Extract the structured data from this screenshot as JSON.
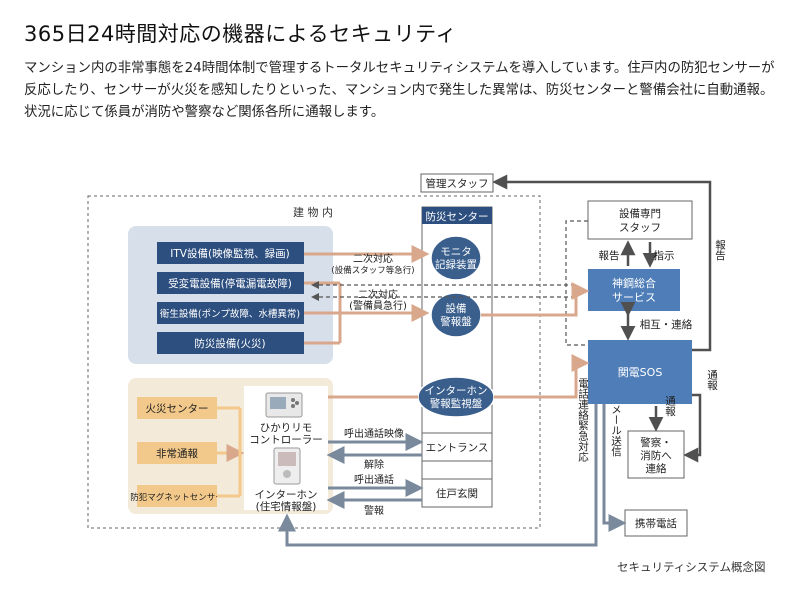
{
  "page": {
    "title": "365日24時間対応の機器によるセキュリティ",
    "intro": "マンション内の非常事態を24時間体制で管理するトータルセキュリティシステムを導入しています。住戸内の防犯センサーが反応したり、センサーが火災を感知したりといった、マンション内で発生した異常は、防災センターと警備会社に自動通報。状況に応じて係員が消防や警察など関係各所に通報します。",
    "caption": "セキュリティシステム概念図"
  },
  "diagram": {
    "building_label": "建 物 内",
    "equipment": [
      "ITV設備(映像監視、録画)",
      "受変電設備(停電漏電故障)",
      "衛生設備(ポンプ故障、水槽異常)",
      "防災設備(火災)"
    ],
    "residence_items": [
      "火災センター",
      "非常通報",
      "防犯マグネットセンサー"
    ],
    "hikari_remo": [
      "ひかりリモ",
      "コントローラー"
    ],
    "intercom": [
      "インターホン",
      "(住宅情報盤)"
    ],
    "bousai_center": "防災センター",
    "monitor": [
      "モニタ",
      "記録装置"
    ],
    "equip_panel": [
      "設備",
      "警報盤"
    ],
    "intercom_panel": [
      "インターホン",
      "警報監視盤"
    ],
    "entrance": "エントランス",
    "door": "住戸玄関",
    "kanri_staff": "管理スタッフ",
    "setsubi_staff": [
      "設備専門",
      "スタッフ"
    ],
    "shinko": [
      "神鋼総合",
      "サービス"
    ],
    "kanden": "関電SOS",
    "police": [
      "警察・",
      "消防へ",
      "連絡"
    ],
    "mobile": "携帯電話",
    "labels": {
      "nijitaio1_a": "二次対応",
      "nijitaio1_b": "(設備スタッフ等急行)",
      "nijitaio2_a": "二次対応",
      "nijitaio2_b": "(警備員急行)",
      "report": "報告",
      "instruct": "指示",
      "mutual": "相互・連絡",
      "report_right": "報告",
      "notify_right": "通報",
      "notify_down": "通報",
      "call_video": "呼出通話映像",
      "release": "解除",
      "call": "呼出通話",
      "alarm": "警報",
      "phone_urgent": "電話連絡緊急対応",
      "mail": "メール送信"
    }
  },
  "colors": {
    "equip_bg": "#d7e0ea",
    "equip_box": "#2d4f7f",
    "residence_bg": "#f4ead9",
    "residence_box": "#f2c98a",
    "blue_box": "#4e7db8",
    "circle": "#3a5f8d",
    "arrow_tan": "#d9a88c",
    "arrow_slate": "#7a8a9c",
    "arrow_dark": "#505050"
  }
}
